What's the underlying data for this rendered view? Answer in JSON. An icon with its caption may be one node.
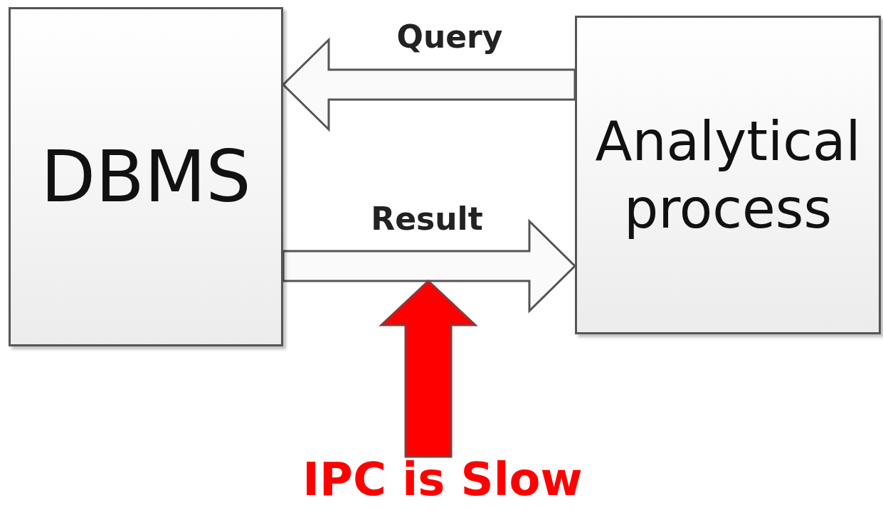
{
  "diagram": {
    "nodes": [
      {
        "text": [
          "DBMS"
        ]
      },
      {
        "text": [
          "Analytical process"
        ]
      },
      {
        "text": [
          "IPC is Slow"
        ]
      }
    ],
    "edges": [
      {
        "from": 1,
        "to": 0,
        "arrow": "to",
        "label": "Query"
      },
      {
        "from": 0,
        "to": 1,
        "arrow": "to",
        "label": "Result"
      },
      {
        "from": 2,
        "to": null,
        "arrow": "to",
        "style": "thick",
        "color": "#ff0000"
      }
    ]
  }
}
